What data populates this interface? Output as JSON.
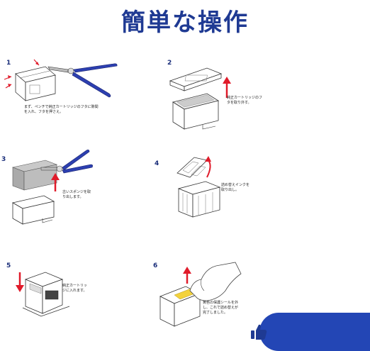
{
  "title": "簡単な操作",
  "colors": {
    "title": "#1f3a93",
    "tool_blue": "#2c3fb0",
    "fab_blue": "#2346b5",
    "arrow_red": "#e01b2a",
    "sticker_yellow": "#f3d23c"
  },
  "steps": [
    {
      "num": "1",
      "text": "まず、ペンチで純正カートリッジのフタに隙間\nを入れ、フタを押さえ。"
    },
    {
      "num": "2",
      "text": "純正カートリッジのフ\nタを取り外す。"
    },
    {
      "num": "3",
      "text": "古いスポンジを取\nり出します。"
    },
    {
      "num": "4",
      "text": "詰め替えインクを\n取り出し。"
    },
    {
      "num": "5",
      "text": "純正カートリッ\nジに入れます。"
    },
    {
      "num": "6",
      "text": "黄色の保護シールを外\nし、これで詰め替えが\n完了しました。"
    }
  ],
  "fab": {
    "icon": "thumbs-up-icon"
  }
}
